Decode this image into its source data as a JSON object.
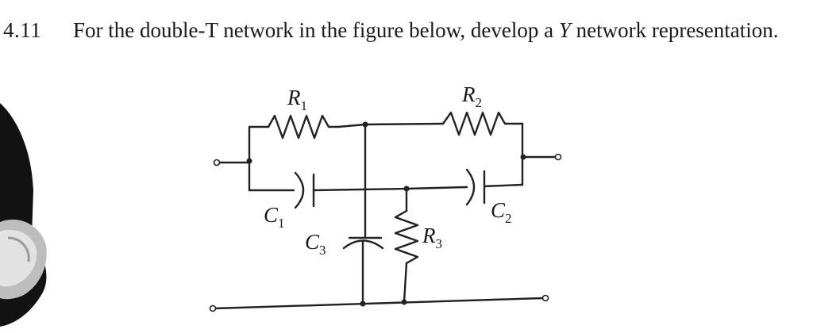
{
  "problem": {
    "number": "4.11",
    "text_before": "For the double-T network in the figure below, develop a ",
    "text_var": "Y",
    "text_after": " network representation."
  },
  "labels": {
    "r1": {
      "main": "R",
      "sub": "1"
    },
    "r2": {
      "main": "R",
      "sub": "2"
    },
    "r3": {
      "main": "R",
      "sub": "3"
    },
    "c1": {
      "main": "C",
      "sub": "1"
    },
    "c2": {
      "main": "C",
      "sub": "2"
    },
    "c3": {
      "main": "C",
      "sub": "3"
    }
  },
  "colors": {
    "ink": "#222222",
    "background": "#ffffff",
    "photo_edge": "#121212"
  }
}
